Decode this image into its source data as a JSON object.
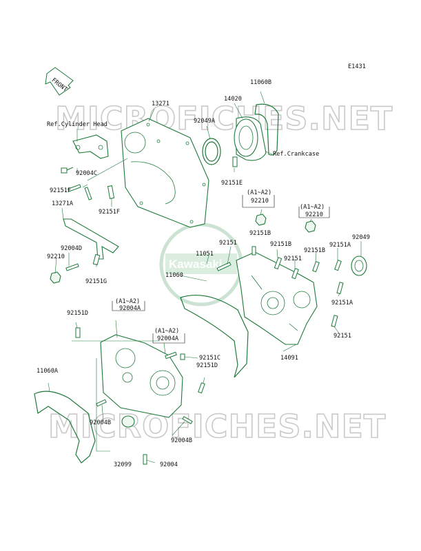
{
  "diagram": {
    "code": "E1431",
    "front_label": "FRONT",
    "watermark_top": "MICROFICHES.NET",
    "watermark_bottom": "MICROFICHES.NET",
    "logo_text": "Kawasaki",
    "labels": {
      "p11060B": "11060B",
      "p14020": "14020",
      "p13271": "13271",
      "p92049A": "92049A",
      "refCylinderHead": "Ref.Cylinder Head",
      "refCrankcase": "Ref.Crankcase",
      "p92004C": "92004C",
      "p92151F_a": "92151F",
      "p92151F_b": "92151F",
      "p92151E": "92151E",
      "a1a2_1": "(A1~A2)",
      "p92210_1": "92210",
      "p92151B_1": "92151B",
      "a1a2_2": "(A1~A2)",
      "p92210_2": "92210",
      "p13271A": "13271A",
      "p92004D": "92004D",
      "p92210_3": "92210",
      "p92151G": "92151G",
      "p92151_1": "92151",
      "p11051": "11051",
      "p92151B_2": "92151B",
      "p92151_2": "92151",
      "p92151B_3": "92151B",
      "p92151A_1": "92151A",
      "p92049": "92049",
      "p11060": "11060",
      "p92151A_2": "92151A",
      "p92151D_1": "92151D",
      "a1a2_3": "(A1~A2)",
      "p92004A_1": "92004A",
      "a1a2_4": "(A1~A2)",
      "p92004A_2": "92004A",
      "p92151_3": "92151",
      "p92151C": "92151C",
      "p92151D_2": "92151D",
      "p14091": "14091",
      "p11060A": "11060A",
      "p92004B_1": "92004B",
      "p92004B_2": "92004B",
      "p32099": "32099",
      "p92004": "92004"
    }
  }
}
